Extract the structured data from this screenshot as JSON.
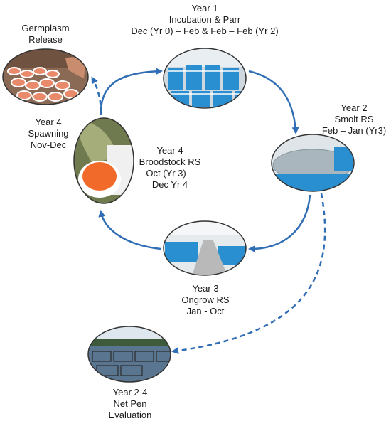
{
  "stages": {
    "germplasm": {
      "lines": [
        "Germplasm",
        "Release"
      ]
    },
    "incubation": {
      "lines": [
        "Year 1",
        "Incubation &  Parr",
        "Dec (Yr 0) – Feb & Feb – Feb (Yr 2)"
      ]
    },
    "smolt": {
      "lines": [
        "Year 2",
        "Smolt RS",
        "Feb – Jan (Yr3)"
      ]
    },
    "spawning": {
      "lines": [
        "Year 4",
        "Spawning",
        "Nov-Dec"
      ]
    },
    "broodstock": {
      "lines": [
        "Year 4",
        "Broodstock RS",
        "Oct (Yr 3) –",
        "Dec Yr 4"
      ]
    },
    "ongrow": {
      "lines": [
        "Year 3",
        "Ongrow RS",
        "Jan - Oct"
      ]
    },
    "netpen": {
      "lines": [
        "Year 2-4",
        "Net Pen",
        "Evaluation"
      ]
    }
  },
  "colors": {
    "arrow": "#2f6db5",
    "tank_blue": "#2a8fd0",
    "egg_orange": "#f26a2a"
  }
}
